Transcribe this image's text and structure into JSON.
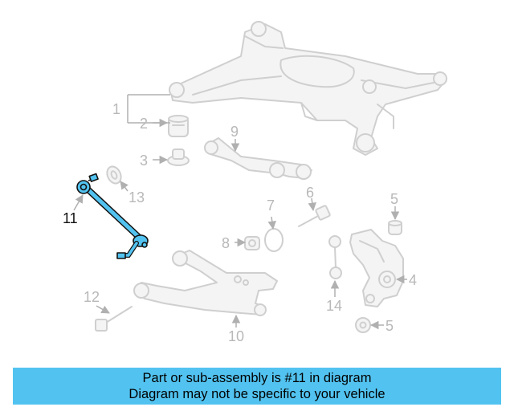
{
  "colors": {
    "highlight": "#52c3f0",
    "banner_bg": "#52c3f0",
    "part_line": "#cfcfcf",
    "callout": "#b8b8b8"
  },
  "callouts": {
    "c1": "1",
    "c2": "2",
    "c3": "3",
    "c4": "4",
    "c5a": "5",
    "c5b": "5",
    "c6": "6",
    "c7": "7",
    "c8": "8",
    "c9": "9",
    "c10": "10",
    "c11": "11",
    "c12": "12",
    "c13": "13",
    "c14": "14"
  },
  "banner": {
    "line1": "Part or sub-assembly is #11 in diagram",
    "line2": "Diagram may not be specific to your vehicle"
  }
}
